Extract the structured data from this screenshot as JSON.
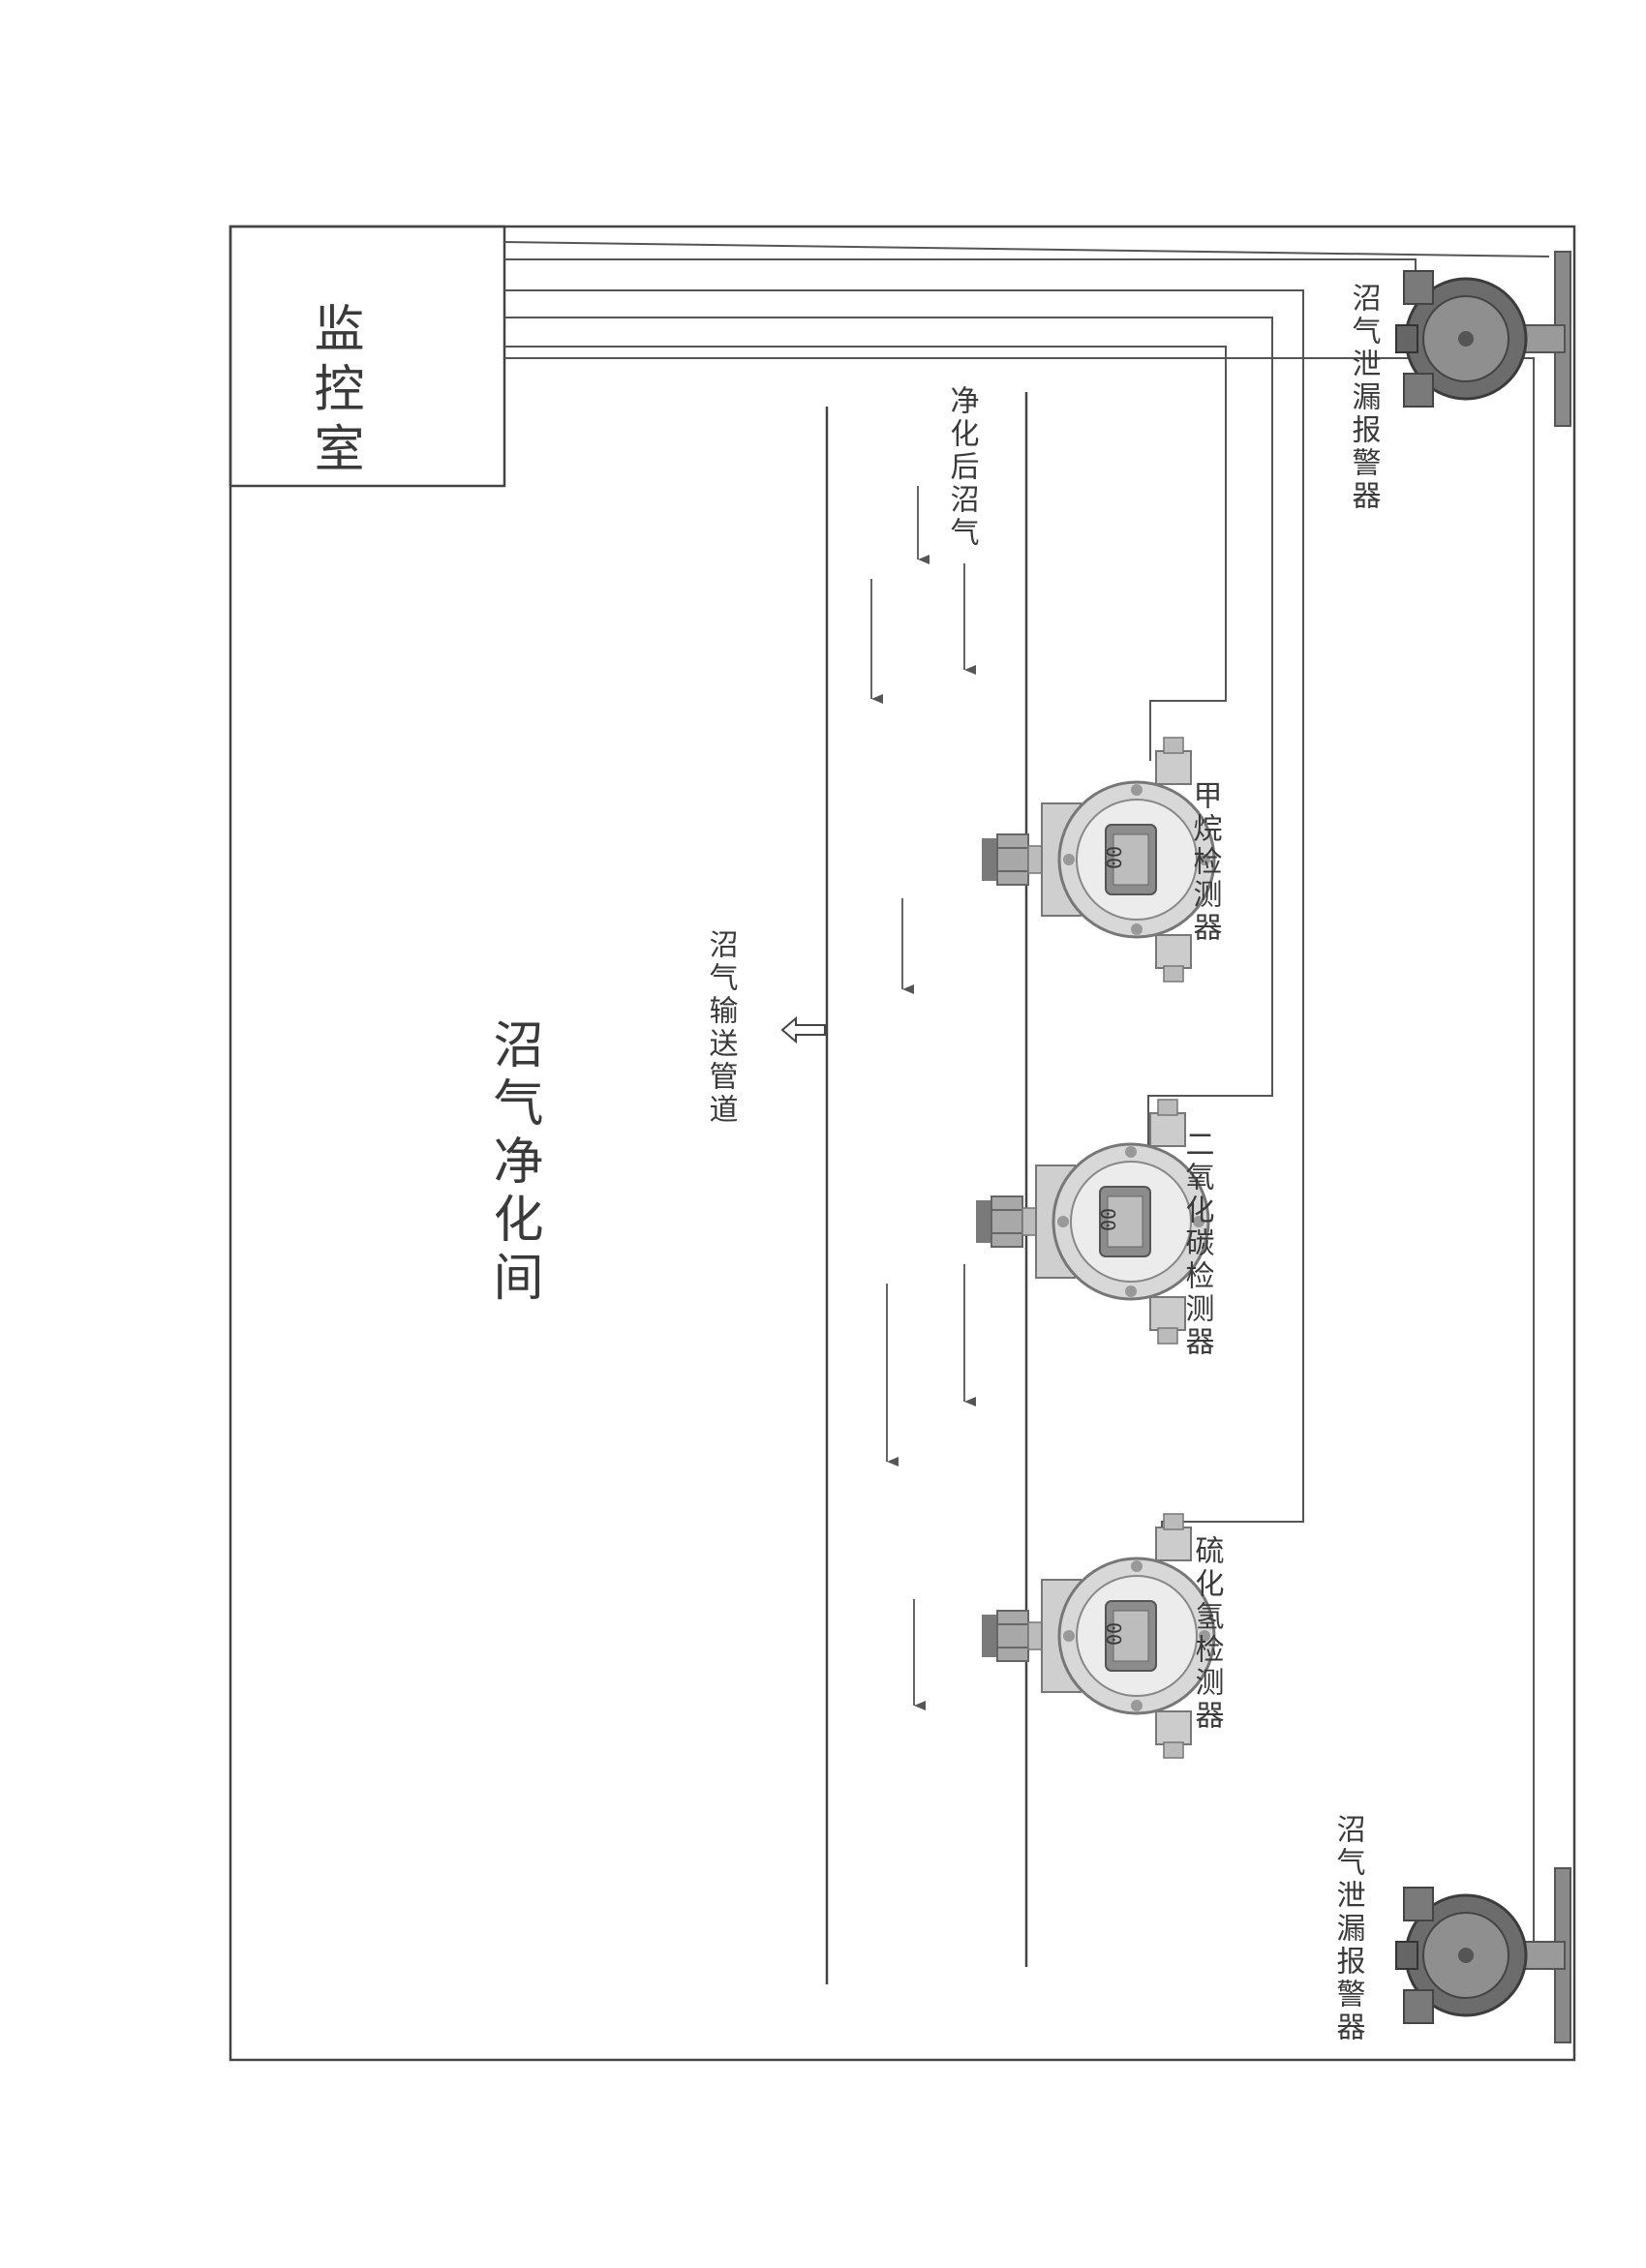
{
  "labels": {
    "control_room": "监控室",
    "purified_gas": "净化后沼气",
    "pipeline": "沼气输送管道",
    "room_name": "沼气净化间",
    "leak_alarm_top": "沼气泄漏报警器",
    "leak_alarm_bottom": "沼气泄漏报警器",
    "detector_methane": "甲烷检测器",
    "detector_co2": "二氧化碳检测器",
    "detector_h2s": "硫化氢检测器"
  },
  "detector_display": {
    "methane": "00",
    "co2": "00",
    "h2s": "00"
  },
  "colors": {
    "line": "#444444",
    "device_body": "#d9d9d9",
    "device_dark": "#555555"
  }
}
